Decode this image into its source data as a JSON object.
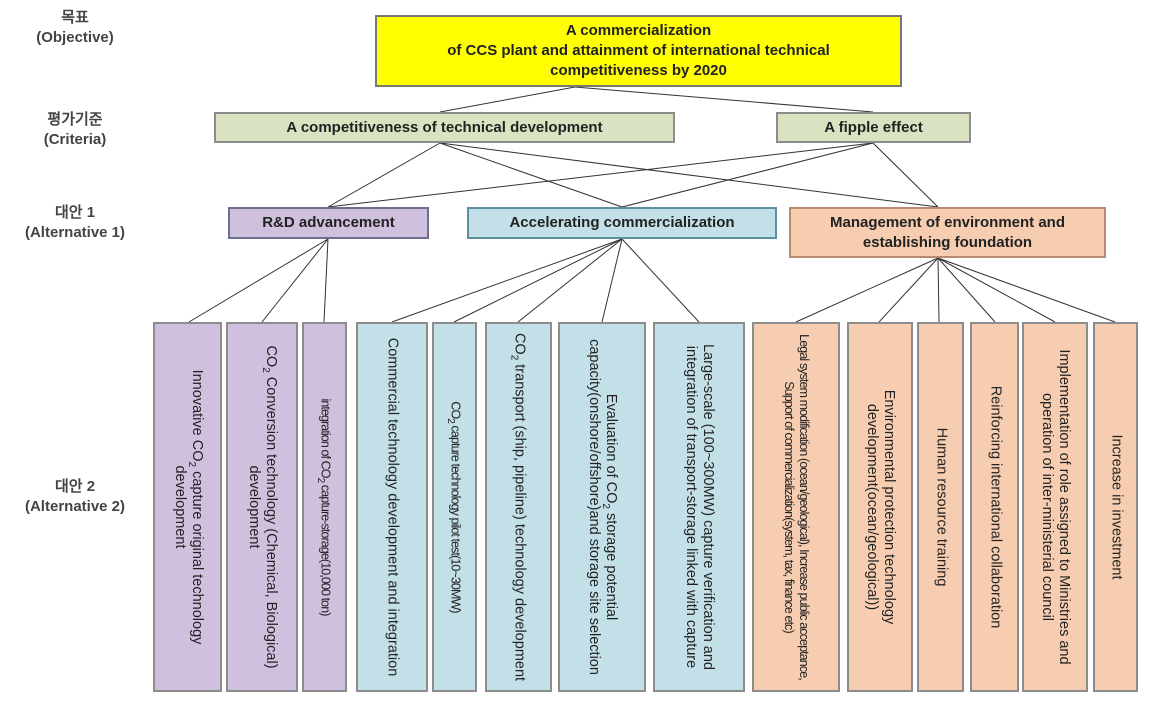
{
  "levels": {
    "objective": {
      "ko": "목표",
      "en": "(Objective)"
    },
    "criteria": {
      "ko": "평가기준",
      "en": "(Criteria)"
    },
    "alt1": {
      "ko": "대안 1",
      "en": "(Alternative 1)"
    },
    "alt2": {
      "ko": "대안 2",
      "en": "(Alternative 2)"
    }
  },
  "objective": {
    "line1": "A commercialization",
    "line2": "of CCS plant and attainment of international technical",
    "line3": "competitiveness by 2020"
  },
  "criteria": {
    "technical": "A competitiveness of technical development",
    "ripple": "A fipple effect"
  },
  "alternatives1": {
    "rd": "R&D advancement",
    "accel": "Accelerating commercialization",
    "mgmt_line1": "Management of environment and",
    "mgmt_line2": "establishing foundation"
  },
  "alternatives2": {
    "c1_a": "Innovative CO",
    "c1_sub": "2",
    "c1_b": " capture original technology development",
    "c2_a": "CO",
    "c2_sub": "2",
    "c2_b": " Conversion technology (Chemical, Biological) development",
    "c3_a": "integration of CO",
    "c3_sub": "2",
    "c3_b": " capture-storage(10,000 ton)",
    "c4": "Commercial technology development and integration",
    "c5_a": "CO",
    "c5_sub": "2",
    "c5_b": " capture technology pilot test(10~30MW)",
    "c6_a": "CO",
    "c6_sub": "2",
    "c6_b": " transport (ship, pipeline) technology development",
    "c7_a": "Evaluation of CO",
    "c7_sub": "2",
    "c7_b": " storage potential capacity(onshore/offshore)and storage site selection",
    "c8": "Large-scale (100~300MW) capture verification and integration of transport-storage linked with capture",
    "c9": "Legal system modification (ocean/geological), Increase public acceptance, Support of commercialization(system, tax, finance etc)",
    "c10": "Environmental protection technology development(ocean/geological))",
    "c11": "Human resource training",
    "c12": "Reinforcing international collaboration",
    "c13": "Implementation of role assigned to Ministries and operation of inter-ministerial council",
    "c14": "Increase in investment"
  },
  "colors": {
    "objective": "#ffff00",
    "criteria": "#d9e3c1",
    "rd": "#cfc1de",
    "accel": "#c3e0e8",
    "mgmt": "#f6cdb0"
  }
}
